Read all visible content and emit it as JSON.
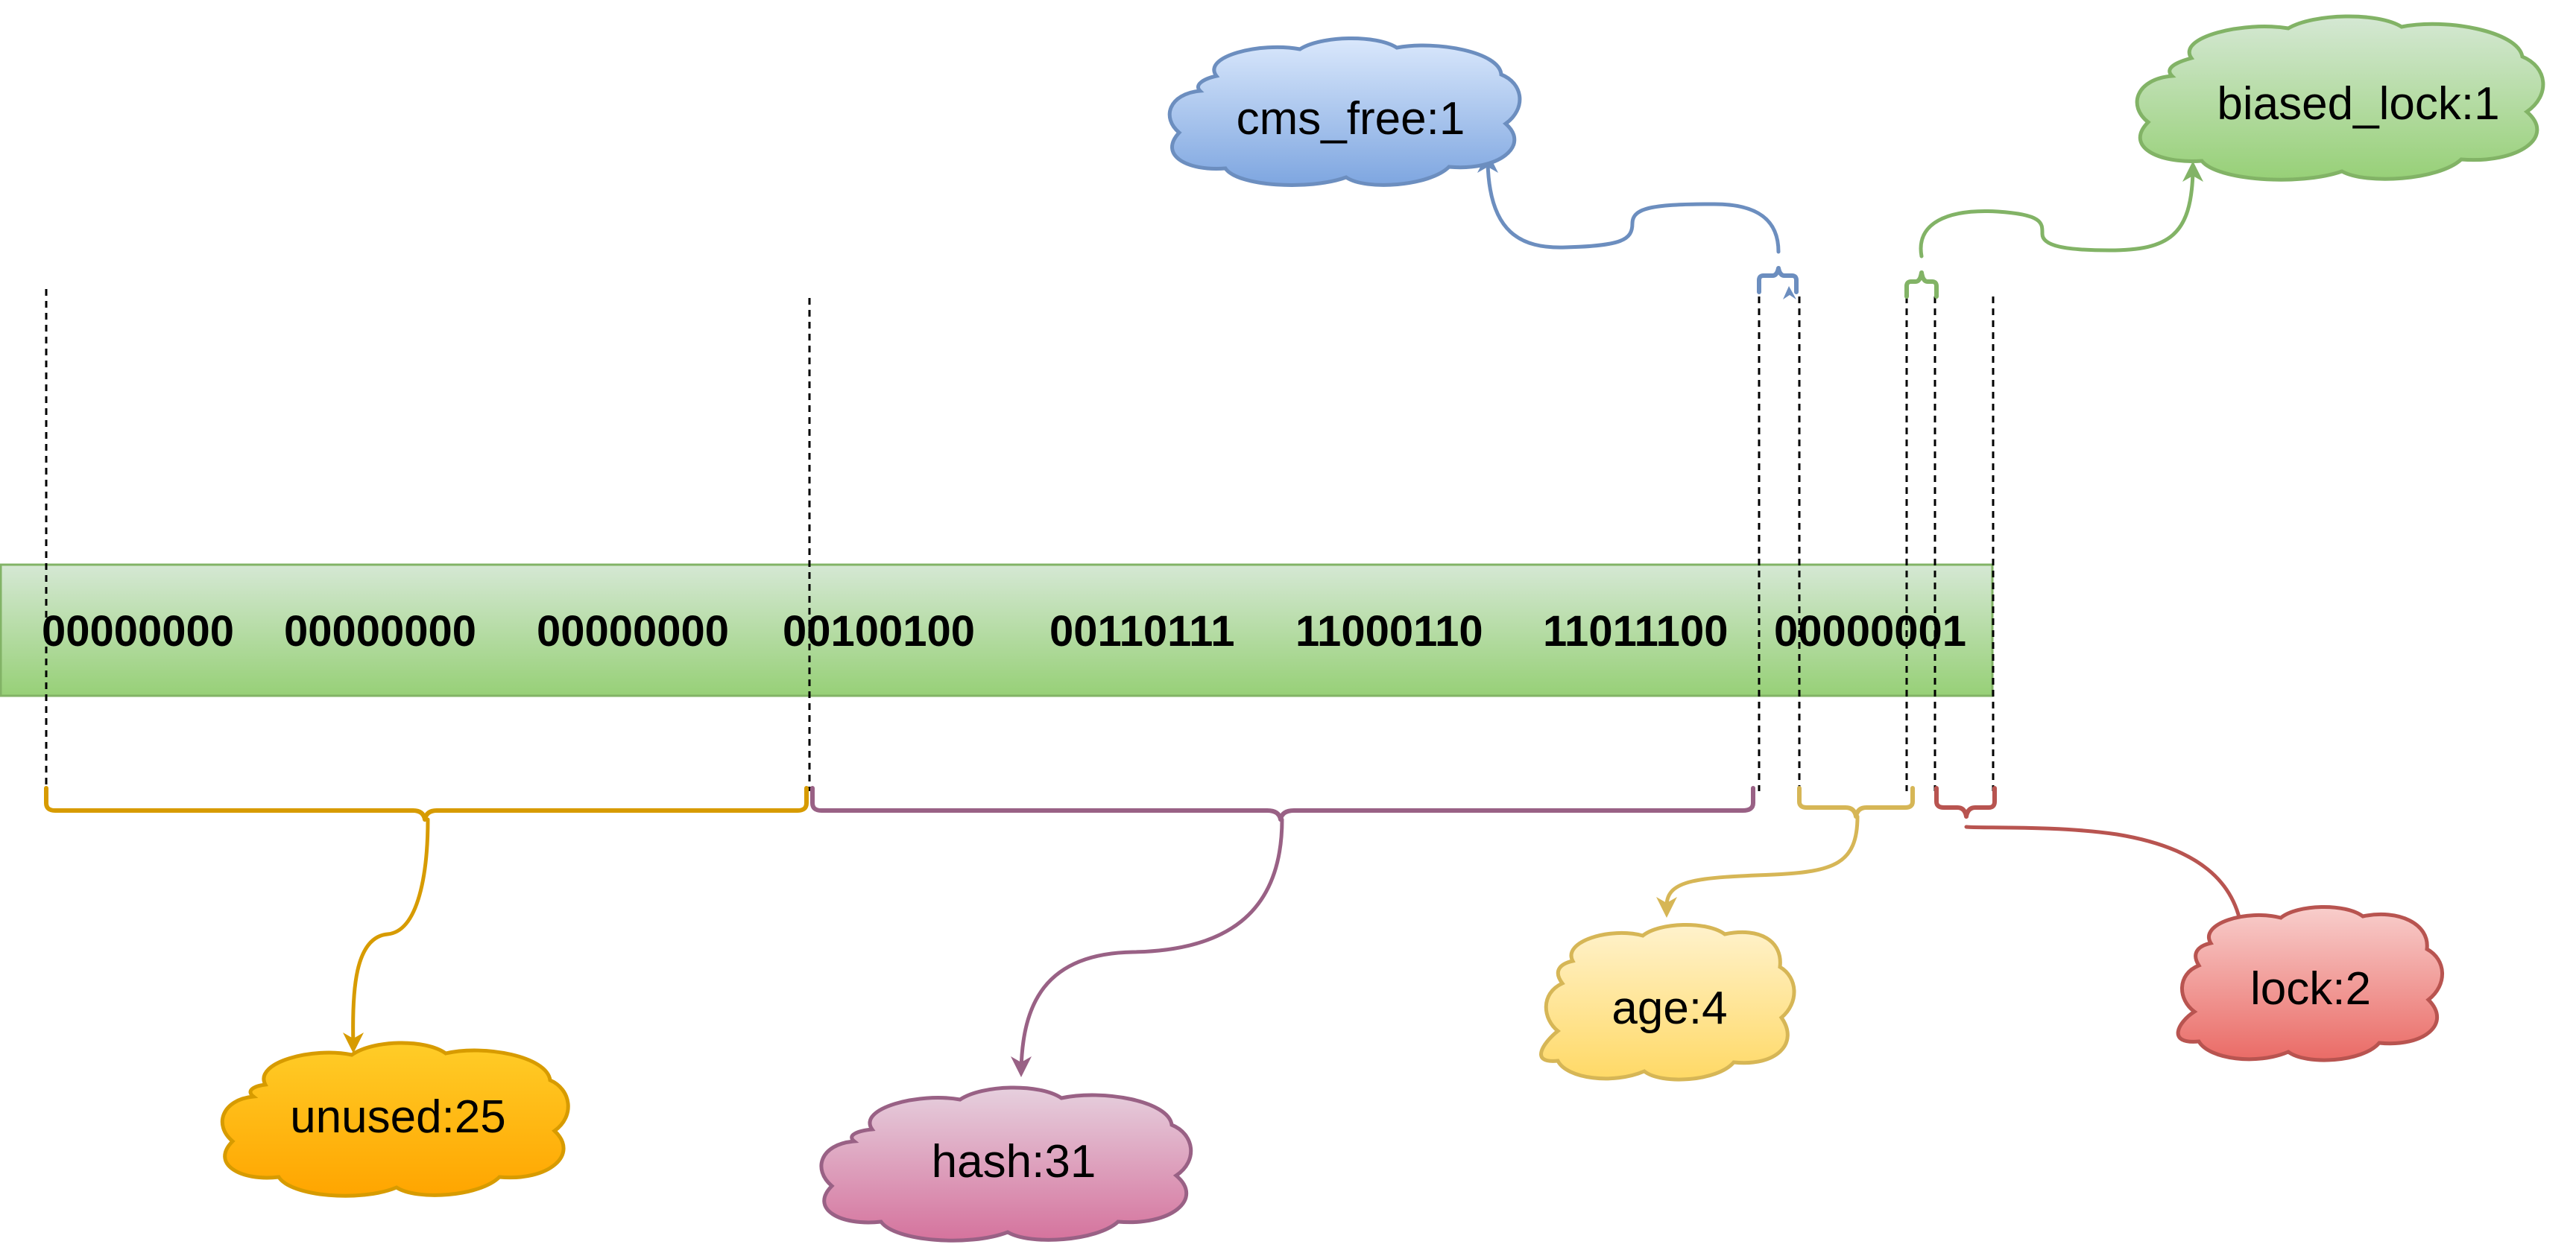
{
  "diagram": {
    "register": {
      "bytes": [
        "00000000",
        "00000000",
        "00000000",
        "00100100",
        "00110111",
        "11000110",
        "11011100",
        "00000001"
      ],
      "fill_top": "#d5e8d4",
      "fill_bottom": "#97d077",
      "stroke": "#82b366"
    },
    "fields": [
      {
        "id": "unused",
        "label": "unused:25",
        "color": "#d79b00",
        "fill_top": "#ffcd28",
        "fill_bottom": "#ffa500"
      },
      {
        "id": "hash",
        "label": "hash:31",
        "color": "#996185",
        "fill_top": "#e6d0de",
        "fill_bottom": "#d5739d"
      },
      {
        "id": "cms-free",
        "label": "cms_free:1",
        "color": "#6c8ebf",
        "fill_top": "#dae8fc",
        "fill_bottom": "#7ea6e0"
      },
      {
        "id": "age",
        "label": "age:4",
        "color": "#d6b656",
        "fill_top": "#fff2cc",
        "fill_bottom": "#ffd966"
      },
      {
        "id": "biased-lock",
        "label": "biased_lock:1",
        "color": "#82b366",
        "fill_top": "#d5e8d4",
        "fill_bottom": "#97d077"
      },
      {
        "id": "lock",
        "label": "lock:2",
        "color": "#b85450",
        "fill_top": "#f8cecc",
        "fill_bottom": "#ea6b66"
      }
    ]
  }
}
